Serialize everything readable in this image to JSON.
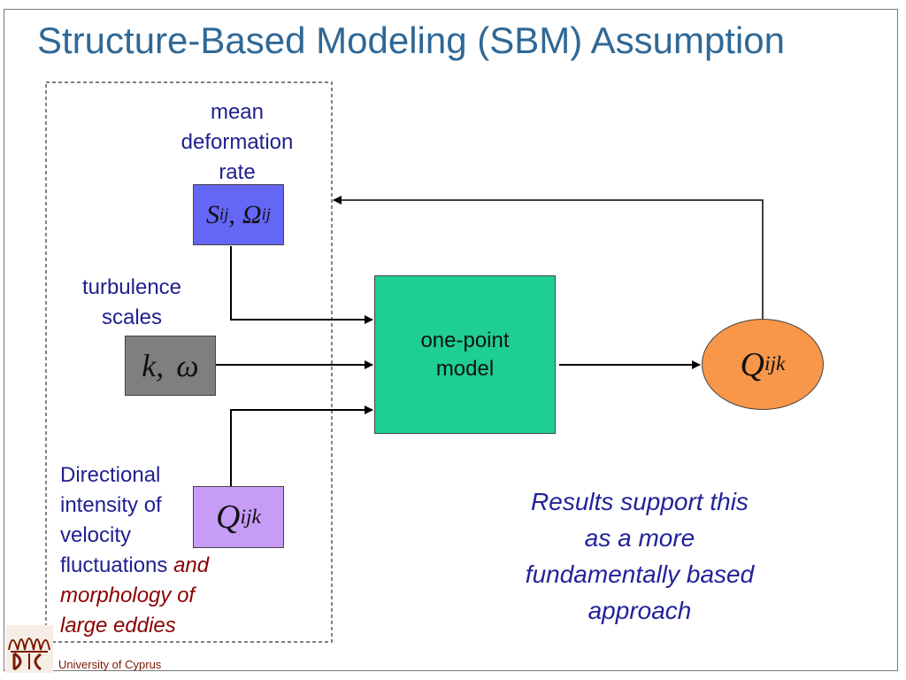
{
  "slide": {
    "title": "Structure-Based Modeling (SBM) Assumption",
    "university": "University of Cyprus"
  },
  "diagram": {
    "labels": {
      "mean_deformation": [
        "mean",
        "deformation",
        "rate"
      ],
      "turbulence_scales": [
        "turbulence",
        "scales"
      ],
      "directional_plain": [
        "Directional",
        "intensity of",
        "velocity",
        "fluctuations"
      ],
      "directional_italic_inline": "and",
      "directional_italic_lines": [
        "morphology of",
        "large eddies"
      ]
    },
    "boxes": {
      "s_omega": {
        "s": "S",
        "s_sub": "ij",
        "sep": ",",
        "omega": "Ω",
        "omega_sub": "ij",
        "color": "#6466f5"
      },
      "k_omega": {
        "k": "k",
        "sep": ",",
        "w": "ω",
        "color": "#7f7f7f"
      },
      "q_input": {
        "q": "Q",
        "sub": "ijk",
        "color": "#c79cf7"
      },
      "model": {
        "lines": [
          "one-point",
          "model"
        ],
        "color": "#1fce95"
      },
      "q_output": {
        "q": "Q",
        "sub": "ijk",
        "color": "#f8964a"
      }
    },
    "results": [
      "Results support this",
      "as a more",
      "fundamentally based",
      "approach"
    ]
  }
}
